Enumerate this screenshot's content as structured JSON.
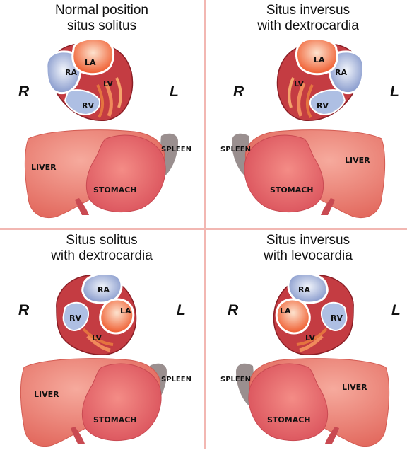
{
  "panels": [
    {
      "title_line1": "Normal position",
      "title_line2": "situs solitus",
      "side_left": "R",
      "side_right": "L",
      "heart_labels": {
        "ra": "RA",
        "la": "LA",
        "lv": "LV",
        "rv": "RV"
      },
      "organ_labels": {
        "liver": "LIVER",
        "spleen": "SPLEEN",
        "stomach": "STOMACH"
      }
    },
    {
      "title_line1": "Situs inversus",
      "title_line2": "with dextrocardia",
      "side_left": "R",
      "side_right": "L",
      "heart_labels": {
        "ra": "RA",
        "la": "LA",
        "lv": "LV",
        "rv": "RV"
      },
      "organ_labels": {
        "liver": "LIVER",
        "spleen": "SPLEEN",
        "stomach": "STOMACH"
      }
    },
    {
      "title_line1": "Situs solitus",
      "title_line2": "with dextrocardia",
      "side_left": "R",
      "side_right": "L",
      "heart_labels": {
        "ra": "RA",
        "la": "LA",
        "lv": "LV",
        "rv": "RV"
      },
      "organ_labels": {
        "liver": "LIVER",
        "spleen": "SPLEEN",
        "stomach": "STOMACH"
      }
    },
    {
      "title_line1": "Situs inversus",
      "title_line2": "with levocardia",
      "side_left": "R",
      "side_right": "L",
      "heart_labels": {
        "ra": "RA",
        "la": "LA",
        "lv": "LV",
        "rv": "RV"
      },
      "organ_labels": {
        "liver": "LIVER",
        "spleen": "SPLEEN",
        "stomach": "STOMACH"
      }
    }
  ],
  "colors": {
    "divider": "#f2b7b2",
    "liver": "#ec7f74",
    "stomach": "#e86a6a",
    "spleen": "#9a8f8f",
    "myocardium": "#c43c42",
    "right_chambers": "#b8c6e6",
    "left_chambers": "#f26a3a"
  }
}
